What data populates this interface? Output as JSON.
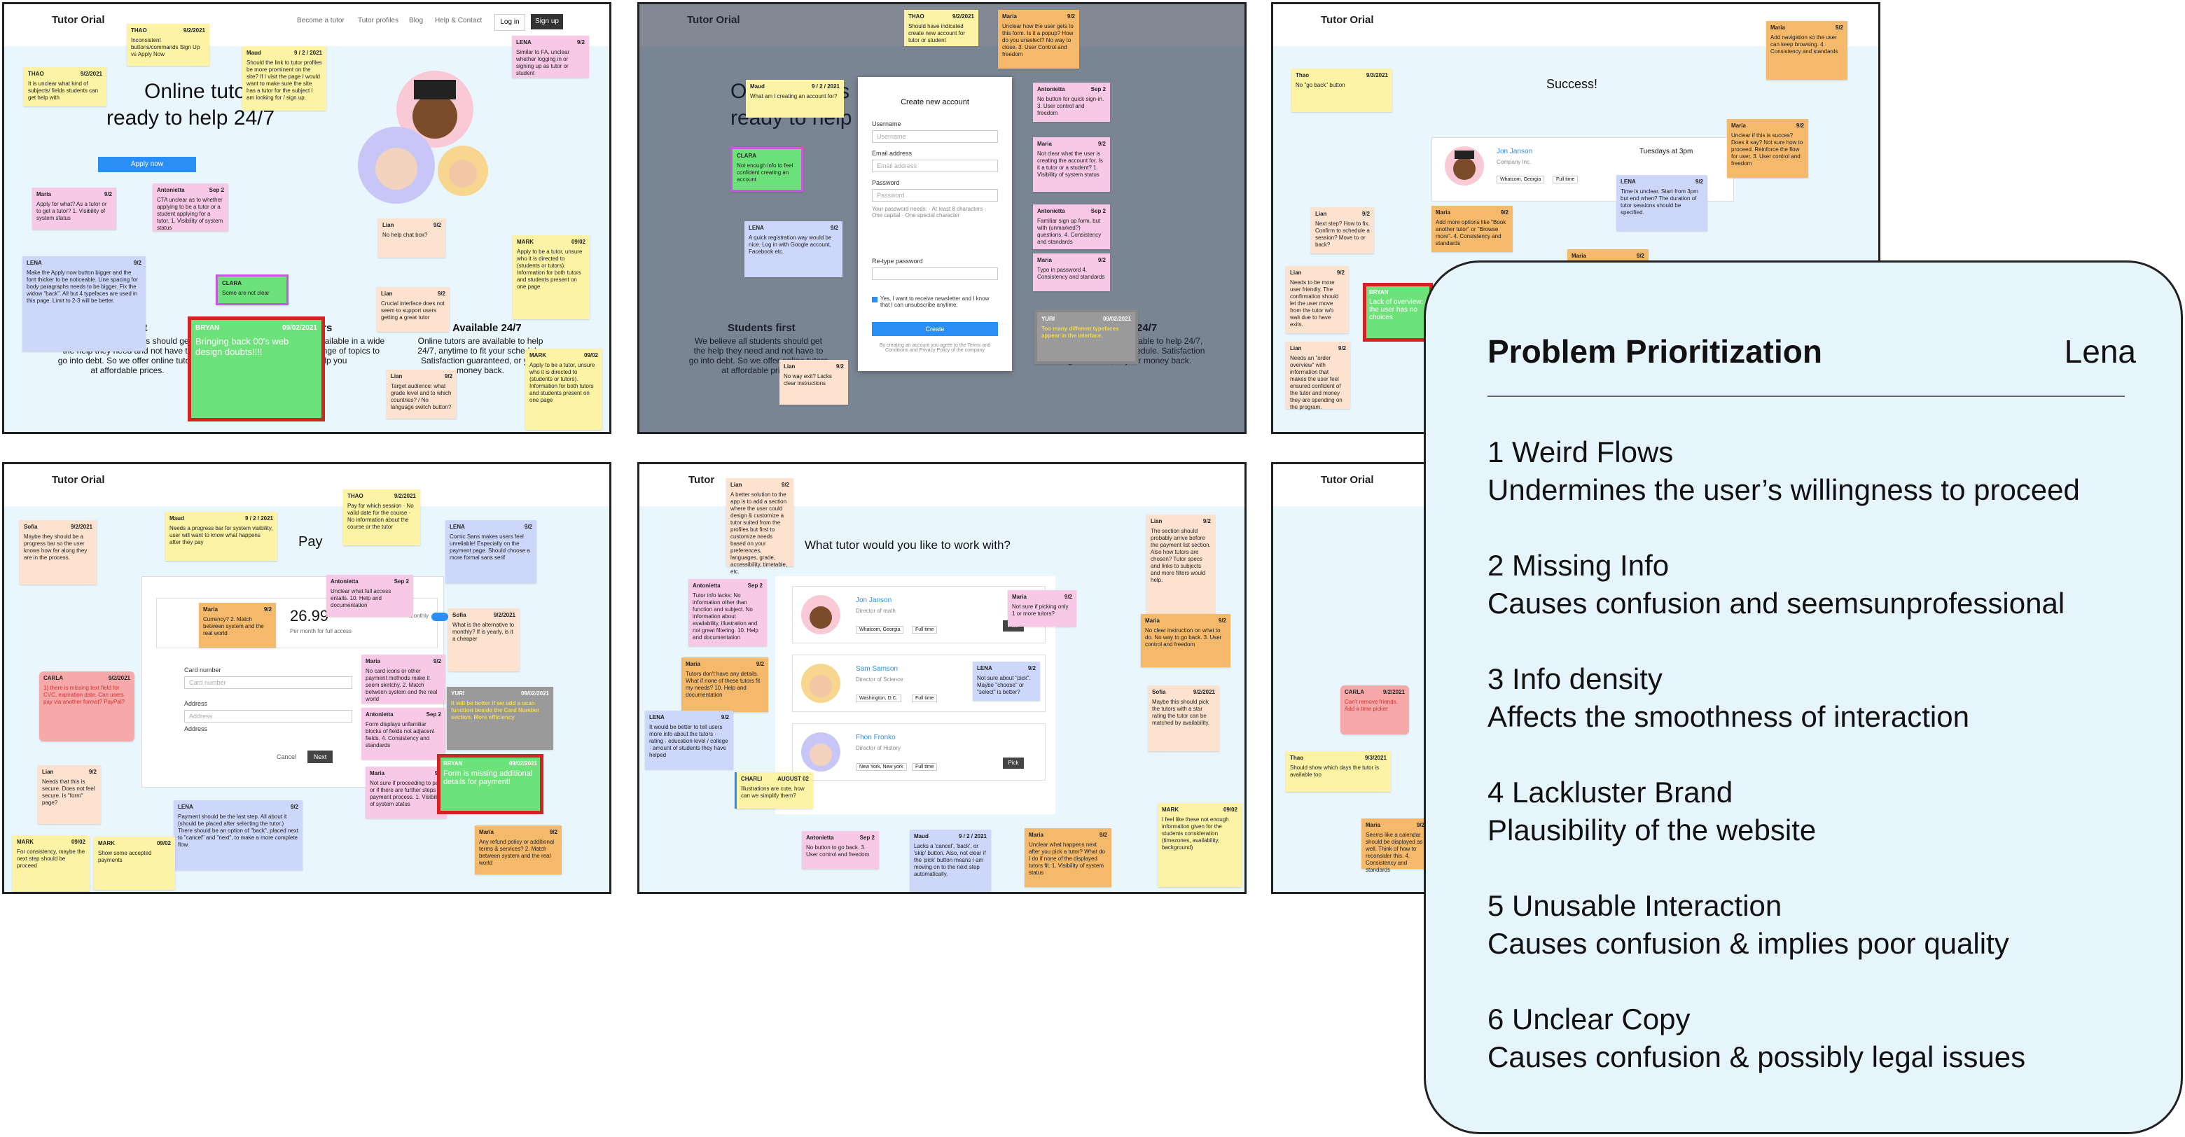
{
  "brand": "Tutor Orial",
  "nav": [
    "Become a tutor",
    "Tutor profiles",
    "Blog",
    "Help & Contact"
  ],
  "login": "Log in",
  "signup": "Sign up",
  "home": {
    "hero_line1": "Online tutors",
    "hero_line2": "ready to help 24/7",
    "apply": "Apply now",
    "students_first": "first",
    "tutors_heading": "tors",
    "available": "Available 24/7",
    "available_desc": "Online tutors are available to help 24/7, anytime to fit your schedule. Satisfaction guaranteed, or your money back.",
    "first_desc": "We believe all students should get the help they need and not have to go into debt. So we offer online tutors at affordable prices.",
    "tutors_desc": "Available in a wide range of topics to help you"
  },
  "notes_frame1": [
    {
      "who": "THAO",
      "date": "9/2/2021",
      "text": "Inconsistent buttons/commands Sign Up vs Apply Now",
      "c": "y"
    },
    {
      "who": "Maud",
      "date": "9 / 2 / 2021",
      "text": "Should the link to tutor profiles be more prominent on the site? If I visit the page I would want to make sure the site has a tutor for the subject I am looking for / sign up.",
      "c": "y"
    },
    {
      "who": "LENA",
      "date": "9/2",
      "text": "Similar to FA, unclear whether logging in or signing up as tutor or student",
      "c": "p"
    },
    {
      "who": "THAO",
      "date": "9/2/2021",
      "text": "It is unclear what kind of subjects/ fields students can get help with",
      "c": "y"
    },
    {
      "who": "Maria",
      "date": "9/2",
      "text": "Apply for what? As a tutor or to get a tutor? 1. Visibility of system status",
      "c": "p"
    },
    {
      "who": "Antonietta",
      "date": "Sep 2",
      "text": "CTA unclear as to whether applying to be a tutor or a student applying for a tutor. 1. Visibility of system status",
      "c": "p"
    },
    {
      "who": "LENA",
      "date": "9/2",
      "text": "Make the Apply now button bigger and the font thicker to be noticeable. Line spacing for body paragraphs needs to be bigger. Fix the widow \"back\". All but 4 typefaces are used in this page. Limit to 2-3 will be better.",
      "c": "b"
    },
    {
      "who": "CLARA",
      "date": "",
      "text": "Some are not clear",
      "c": "g"
    },
    {
      "who": "Lian",
      "date": "9/2",
      "text": "No help chat box?",
      "c": "pe"
    },
    {
      "who": "MARK",
      "date": "09/02",
      "text": "Apply to be a tutor, unsure who it is directed to (students or tutors). Information for both tutors and students present on one page",
      "c": "y"
    },
    {
      "who": "Lian",
      "date": "9/2",
      "text": "Crucial interface does not seem to support users getting a great tutor",
      "c": "pe"
    },
    {
      "who": "MARK",
      "date": "09/02",
      "text": "Apply to be a tutor, unsure who it is directed to (students or tutors). Information for both tutors and students present on one page",
      "c": "y"
    },
    {
      "who": "Lian",
      "date": "9/2",
      "text": "Target audience: what grade level and to which countries? / No language switch button?",
      "c": "pe"
    }
  ],
  "highlight1": {
    "who": "BRYAN",
    "date": "09/02/2021",
    "text": "Bringing back 00's web design doubts!!!!"
  },
  "signup_modal": {
    "title": "Create new account",
    "username": "Username",
    "email": "Email address",
    "password": "Password",
    "password_hint": "Your password needs: · At least 8 characters · One capital · One special character",
    "retype": "Re-type password",
    "newsletter": "Yes, I want to receive newsletter and I know that I can unsubscribe anytime.",
    "create": "Create",
    "terms": "By creating an account you agree to the Terms and Conditions and Privacy Policy of the company"
  },
  "notes_frame2": [
    {
      "who": "THAO",
      "date": "9/2/2021",
      "text": "Should have indicated create new account for tutor or student",
      "c": "y"
    },
    {
      "who": "Maria",
      "date": "9/2",
      "text": "Unclear how the user gets to this form. Is it a popup? How do you unselect? No way to close. 3. User Control and freedom",
      "c": "o"
    },
    {
      "who": "Maud",
      "date": "9 / 2 / 2021",
      "text": "What am I creating an account for?",
      "c": "y"
    },
    {
      "who": "CLARA",
      "date": "",
      "text": "Not enough info to feel confident creating an account",
      "c": "g"
    },
    {
      "who": "LENA",
      "date": "9/2",
      "text": "A quick registration way would be nice. Log in with Google account, Facebook etc.",
      "c": "b"
    },
    {
      "who": "Antonietta",
      "date": "Sep 2",
      "text": "No button for quick sign-in. 3. User control and freedom",
      "c": "p"
    },
    {
      "who": "Maria",
      "date": "9/2",
      "text": "Not clear what the user is creating the account for. Is it a tutor or a student? 1. Visibility of system status",
      "c": "p"
    },
    {
      "who": "Antonietta",
      "date": "Sep 2",
      "text": "Familiar sign up form, but with (unmarked?) questions. 4. Consistency and standards",
      "c": "p"
    },
    {
      "who": "Maria",
      "date": "9/2",
      "text": "Typo in password 4. Consistency and standards",
      "c": "p"
    },
    {
      "who": "Lian",
      "date": "9/2",
      "text": "No way exit? Lacks clear instructions",
      "c": "pe"
    }
  ],
  "yuri2": {
    "who": "YURI",
    "date": "09/02/2021",
    "text": "Too many different typefaces appear in the interface."
  },
  "success": {
    "title": "Success!",
    "tutor_name": "Jon Janson",
    "company": "Company Inc.",
    "city": "Whatcom, Georgia",
    "type": "Full time",
    "schedule": "Tuesdays at 3pm"
  },
  "notes_frame3": [
    {
      "who": "Thao",
      "date": "9/3/2021",
      "text": "No \"go back\" button",
      "c": "y"
    },
    {
      "who": "Maria",
      "date": "9/2",
      "text": "Add navigation so the user can keep browsing. 4. Consistency and standards",
      "c": "o"
    },
    {
      "who": "Maria",
      "date": "9/2",
      "text": "Unclear if this is succes? Does it say? Not sure how to proceed. Reinforce the flow for user. 3. User control and freedom",
      "c": "o"
    },
    {
      "who": "Lian",
      "date": "9/2",
      "text": "Next step? How to fix. Confirm to schedule a session? Move to or back?",
      "c": "pe"
    },
    {
      "who": "LENA",
      "date": "9/2",
      "text": "Time is unclear. Start from 3pm but end when? The duration of tutor sessions should be specified.",
      "c": "b"
    },
    {
      "who": "Maria",
      "date": "9/2",
      "text": "Add more options like \"Book another tutor\" or \"Browse more\". 4. Consistency and standards",
      "c": "o"
    },
    {
      "who": "Lian",
      "date": "9/2",
      "text": "Needs to be more user friendly. The confirmation should let the user move from the tutor w/o wait due to have exits.",
      "c": "pe"
    },
    {
      "who": "Lian",
      "date": "9/2",
      "text": "Needs an \"order overview\" with information that makes the user feel ensured confident of the tutor and money they are spending on the program.",
      "c": "pe"
    },
    {
      "who": "Maria",
      "date": "9/2",
      "text": "",
      "c": "o"
    }
  ],
  "bryan3": {
    "who": "BRYAN",
    "date": "",
    "text": "Lack of overview: the user has no choices"
  },
  "pay": {
    "title": "Pay",
    "price": "26.99",
    "per_month": "Per month for full access",
    "monthly": "Monthly",
    "card": "Card number",
    "address": "Address",
    "cancel": "Cancel",
    "next": "Next"
  },
  "notes_frame4": [
    {
      "who": "Maud",
      "date": "9 / 2 / 2021",
      "text": "Needs a progress bar for system visibility, user will want to know what happens after they pay",
      "c": "y"
    },
    {
      "who": "THAO",
      "date": "9/2/2021",
      "text": "Pay for which session · No valid date for the course · No information about the course or the tutor",
      "c": "y"
    },
    {
      "who": "Sofia",
      "date": "9/2/2021",
      "text": "Maybe they should be a progress bar so the user knows how far along they are in the process.",
      "c": "pe"
    },
    {
      "who": "LENA",
      "date": "9/2",
      "text": "Comic Sans makes users feel unreliable! Especially on the payment page. Should choose a more formal sans serif",
      "c": "b"
    },
    {
      "who": "Maria",
      "date": "9/2",
      "text": "Currency? 2. Match between system and the real world",
      "c": "o"
    },
    {
      "who": "Antonietta",
      "date": "Sep 2",
      "text": "Unclear what full access entails. 10. Help and documentation",
      "c": "p"
    },
    {
      "who": "Sofia",
      "date": "9/2/2021",
      "text": "What is the alternative to monthly? If is yearly, is it a cheaper",
      "c": "pe"
    },
    {
      "who": "Maria",
      "date": "9/2",
      "text": "No card icons or other payment methods make it seem sketchy. 2. Match between system and the real world",
      "c": "p"
    },
    {
      "who": "CARLA",
      "date": "9/2/2021",
      "text": "1) there is missing text field for CVC, expiration date. Can users pay via another format? PayPal?",
      "c": "r"
    },
    {
      "who": "Antonietta",
      "date": "Sep 2",
      "text": "Form displays unfamiliar blocks of fields not adjacent fields. 4. Consistency and standards",
      "c": "p"
    },
    {
      "who": "Maria",
      "date": "9/2",
      "text": "Not sure if proceeding to pay or if there are further steps in payment process. 1. Visibility of system status",
      "c": "p"
    },
    {
      "who": "Lian",
      "date": "9/2",
      "text": "Needs that this is secure. Does not feel secure. Is \"form\" page?",
      "c": "pe"
    },
    {
      "who": "LENA",
      "date": "9/2",
      "text": "Payment should be the last step. All about it (should be placed after selecting the tutor.) There should be an option of \"back\", placed next to \"cancel\" and \"next\", to make a more complete flow.",
      "c": "b"
    },
    {
      "who": "MARK",
      "date": "09/02",
      "text": "For consistency, maybe the next step should be proceed",
      "c": "y"
    },
    {
      "who": "MARK",
      "date": "09/02",
      "text": "Show some accepted payments",
      "c": "y"
    },
    {
      "who": "Maria",
      "date": "9/2",
      "text": "Any refund policy or additional terms & services? 2. Match between system and the real world",
      "c": "o"
    }
  ],
  "yuri4": {
    "who": "YURI",
    "date": "09/02/2021",
    "text": "It will be better if we add a scan function beside the Card Number section. More efficiency"
  },
  "bryan4": {
    "who": "BRYAN",
    "date": "09/02/2021",
    "text": "Form is missing additional details for payment!"
  },
  "choose": {
    "title": "What tutor would you like to work with?",
    "tutors": [
      {
        "name": "Jon Janson",
        "sub": "Director of math",
        "loc": "Whatcom, Georgia",
        "type": "Full time"
      },
      {
        "name": "Sam Samson",
        "sub": "Director of Science",
        "loc": "Washington, D.C.",
        "type": "Full time"
      },
      {
        "name": "Fhon Fronko",
        "sub": "Director of History",
        "loc": "New York, New york",
        "type": "Full time"
      }
    ],
    "pick": "Pick"
  },
  "notes_frame5": [
    {
      "who": "Lian",
      "date": "9/2",
      "text": "A better solution to the app is to add a section where the user could design & customize a tutor suited from the profiles but first to customize needs based on your preferences, languages, grade, accessibility, timetable, etc.",
      "c": "pe"
    },
    {
      "who": "Antonietta",
      "date": "Sep 2",
      "text": "Tutor info lacks: No information other than function and subject. No information about availability, illustration and not great filtering. 10. Help and documentation",
      "c": "p"
    },
    {
      "who": "Maria",
      "date": "9/2",
      "text": "Tutors don't have any details. What if none of these tutors fit my needs? 10. Help and documentation",
      "c": "o"
    },
    {
      "who": "LENA",
      "date": "9/2",
      "text": "It would be better to tell users more info about the tutors · rating · education level / college · amount of students they have helped",
      "c": "b"
    },
    {
      "who": "Maria",
      "date": "9/2",
      "text": "Not sure if picking only 1 or more tutors?",
      "c": "p"
    },
    {
      "who": "LENA",
      "date": "9/2",
      "text": "Not sure about \"pick\". Maybe \"choose\" or \"select\" is better?",
      "c": "b"
    },
    {
      "who": "CHARLI",
      "date": "AUGUST 02",
      "text": "Illustrations are cute, how can we simplify them?",
      "c": "y"
    },
    {
      "who": "Antonietta",
      "date": "Sep 2",
      "text": "No button to go back. 3. User control and freedom",
      "c": "p"
    },
    {
      "who": "Maud",
      "date": "9 / 2 / 2021",
      "text": "Lacks a 'cancel', 'back', or 'skip' button. Also, not clear if the 'pick' button means I am moving on to the next step automatically.",
      "c": "y"
    },
    {
      "who": "Maria",
      "date": "9/2",
      "text": "Unclear what happens next after you pick a tutor? What do I do if none of the displayed tutors fit. 1. Visibility of system status",
      "c": "o"
    },
    {
      "who": "Lian",
      "date": "9/2",
      "text": "The section should probably arrive before the payment list section. Also how tutors are chosen? Tutor specs and links to subjects and more filters would help.",
      "c": "pe"
    },
    {
      "who": "Maria",
      "date": "9/2",
      "text": "No clear instruction on what to do. No way to go back. 3. User control and freedom",
      "c": "o"
    },
    {
      "who": "Sofia",
      "date": "9/2/2021",
      "text": "Maybe this should pick the tutors with a star rating the tutor can be matched by availability.",
      "c": "pe"
    },
    {
      "who": "MARK",
      "date": "09/02",
      "text": "I feel like these not enough information given for the students consideration (timezones, availability, background)",
      "c": "y"
    }
  ],
  "notes_frame6": [
    {
      "who": "CARLA",
      "date": "9/2/2021",
      "text": "Can't remove friends. Add a time picker",
      "c": "r"
    },
    {
      "who": "Thao",
      "date": "9/3/2021",
      "text": "Should show which days the tutor is available too",
      "c": "y"
    },
    {
      "who": "Maria",
      "date": "9/2",
      "text": "Seems like a calendar should be displayed as well. Think of how to reconsider this. 4. Consistency and standards",
      "c": "o"
    }
  ],
  "panel": {
    "title": "Problem Prioritization",
    "name": "Lena",
    "items": [
      {
        "head": "1 Weird Flows",
        "desc": "Undermines the user’s willingness to proceed"
      },
      {
        "head": "2 Missing Info",
        "desc": "Causes confusion and seemsunprofessional"
      },
      {
        "head": "3 Info density",
        "desc": "Affects the smoothness of interaction"
      },
      {
        "head": "4 Lackluster Brand",
        "desc": "Plausibility of the website"
      },
      {
        "head": "5 Unusable Interaction",
        "desc": "Causes confusion & implies poor quality"
      },
      {
        "head": "6 Unclear Copy",
        "desc": "Causes confusion & possibly legal issues"
      }
    ]
  },
  "colors": {
    "accent": "#2a8ef7",
    "highlight": "#d22222",
    "panel_bg": "#e6f4fb"
  }
}
